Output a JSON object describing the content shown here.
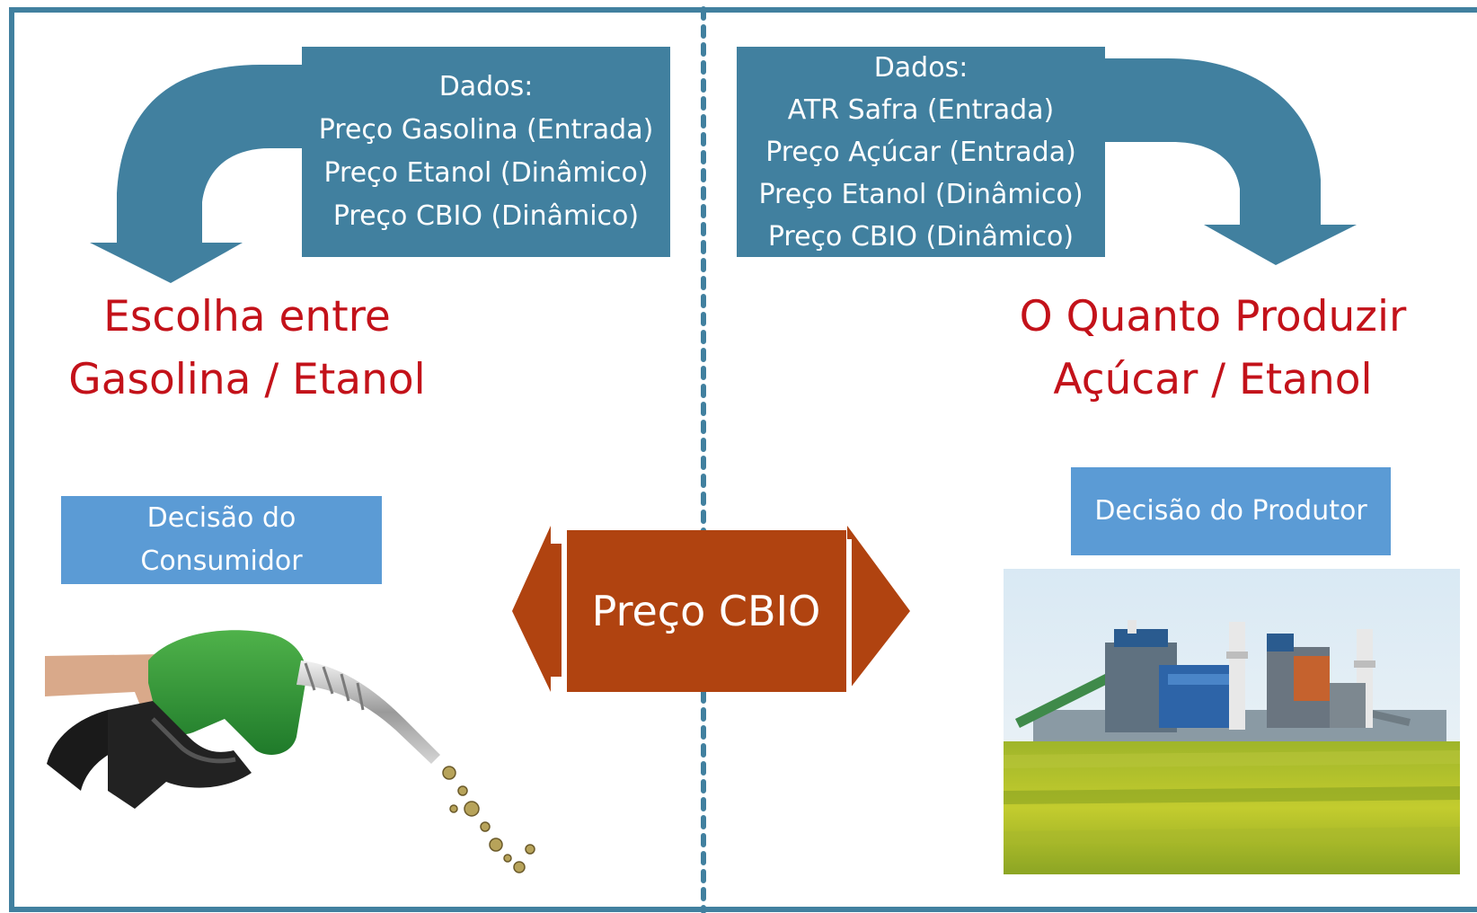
{
  "data_left": {
    "lines": [
      "Dados:",
      "Preço Gasolina (Entrada)",
      "Preço Etanol (Dinâmico)",
      "Preço CBIO (Dinâmico)"
    ]
  },
  "data_right": {
    "lines": [
      "Dados:",
      "ATR Safra (Entrada)",
      "Preço Açúcar (Entrada)",
      "Preço Etanol (Dinâmico)",
      "Preço CBIO (Dinâmico)"
    ]
  },
  "consumer": {
    "title_lines": [
      "Escolha entre",
      "Gasolina / Etanol"
    ],
    "decision_lines": [
      "Decisão do",
      "Consumidor"
    ]
  },
  "producer": {
    "title_lines": [
      "O Quanto Produzir",
      "Açúcar / Etanol"
    ],
    "decision_lines": [
      "Decisão do Produtor"
    ]
  },
  "center": {
    "label": "Preço CBIO"
  },
  "colors": {
    "frame": "#41809f",
    "data_box": "#41809f",
    "title_red": "#c3121a",
    "decision_box": "#5b9bd5",
    "cbio": "#b04310"
  }
}
